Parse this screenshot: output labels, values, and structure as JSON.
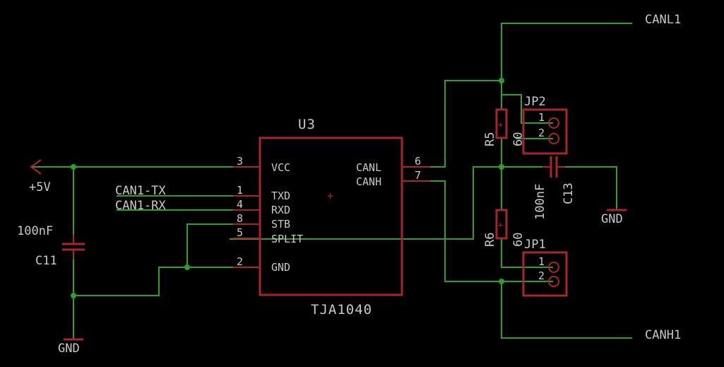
{
  "ic": {
    "ref": "U3",
    "value": "TJA1040"
  },
  "pins": [
    {
      "num": "3",
      "name": "VCC"
    },
    {
      "num": "1",
      "name": "TXD"
    },
    {
      "num": "4",
      "name": "RXD"
    },
    {
      "num": "8",
      "name": "STB"
    },
    {
      "num": "5",
      "name": "SPLIT"
    },
    {
      "num": "2",
      "name": "GND"
    },
    {
      "num": "6",
      "name": "CANL"
    },
    {
      "num": "7",
      "name": "CANH"
    }
  ],
  "nets": {
    "vcc": "+5V",
    "gnd_left": "GND",
    "gnd_right": "GND",
    "tx": "CAN1-TX",
    "rx": "CAN1-RX",
    "canl_out": "CANL1",
    "canh_out": "CANH1"
  },
  "parts": {
    "c11": {
      "ref": "C11",
      "value": "100nF"
    },
    "c13": {
      "ref": "C13",
      "value": "100nF"
    },
    "r5": {
      "ref": "R5",
      "value": "60"
    },
    "r6": {
      "ref": "R6",
      "value": "60"
    },
    "jp2": {
      "ref": "JP2",
      "pin1": "1",
      "pin2": "2"
    },
    "jp1": {
      "ref": "JP1",
      "pin1": "1",
      "pin2": "2"
    }
  },
  "colors": {
    "background": "#000000",
    "wire": "#2aa12a",
    "part": "#a8262a",
    "text": "#c8c8c8"
  }
}
